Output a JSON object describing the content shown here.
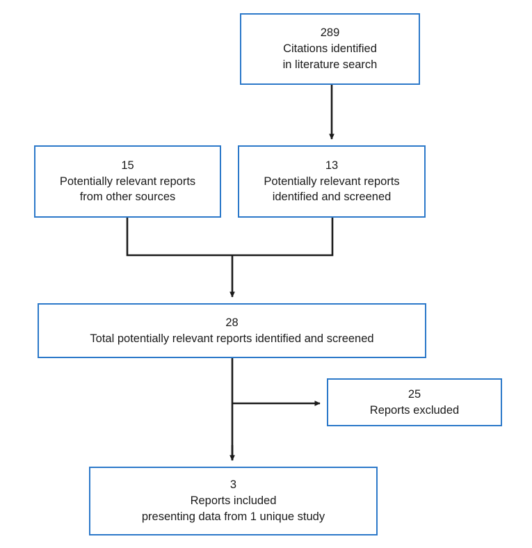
{
  "diagram": {
    "type": "prisma-study-selection-flowchart",
    "background_color": "#ffffff",
    "box_border_color": "#2b78c9",
    "connector_color": "#1a1a1a",
    "nodes": {
      "citations": {
        "count": "289",
        "line1": "Citations identified",
        "line2": "in literature search"
      },
      "other_sources": {
        "count": "15",
        "line1": "Potentially relevant reports",
        "line2": "from other sources"
      },
      "screened": {
        "count": "13",
        "line1": "Potentially relevant reports",
        "line2": "identified and screened"
      },
      "total": {
        "count": "28",
        "line1": "Total potentially relevant reports identified and screened"
      },
      "excluded": {
        "count": "25",
        "line1": "Reports excluded"
      },
      "included": {
        "count": "3",
        "line1": "Reports included",
        "line2": "presenting data from 1 unique study"
      }
    },
    "connectors": [
      {
        "name": "citations-to-screened",
        "arrow": true
      },
      {
        "name": "other-sources-and-screened-to-total",
        "arrow": true
      },
      {
        "name": "total-to-excluded",
        "arrow": true
      },
      {
        "name": "total-to-included",
        "arrow": true
      }
    ]
  }
}
